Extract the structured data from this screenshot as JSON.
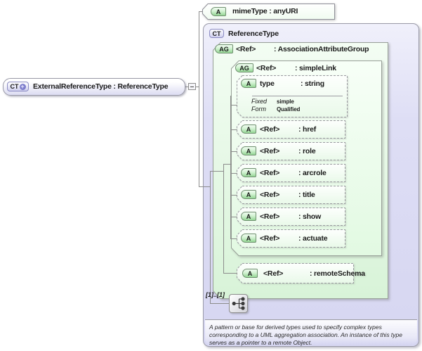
{
  "diagram": {
    "root_node": {
      "badge": "CT",
      "plus": "+",
      "label": "ExternalReferenceType : ReferenceType"
    },
    "mime_attr": {
      "badge": "A",
      "label": "mimeType : anyURI"
    },
    "complex_type": {
      "badge": "CT",
      "title": "ReferenceType"
    },
    "assoc_attr_group": {
      "badge": "AG",
      "name": "<Ref>",
      "type": ": AssociationAttributeGroup"
    },
    "simple_link_group": {
      "badge": "AG",
      "name": "<Ref>",
      "type": ": simpleLink"
    },
    "type_attr": {
      "badge": "A",
      "name": "type",
      "type": ": string",
      "facets": [
        {
          "label": "Fixed",
          "value": "simple"
        },
        {
          "label": "Form",
          "value": "Qualified"
        }
      ]
    },
    "link_attrs": [
      {
        "badge": "A",
        "name": "<Ref>",
        "type": ": href"
      },
      {
        "badge": "A",
        "name": "<Ref>",
        "type": ": role"
      },
      {
        "badge": "A",
        "name": "<Ref>",
        "type": ": arcrole"
      },
      {
        "badge": "A",
        "name": "<Ref>",
        "type": ": title"
      },
      {
        "badge": "A",
        "name": "<Ref>",
        "type": ": show"
      },
      {
        "badge": "A",
        "name": "<Ref>",
        "type": ": actuate"
      }
    ],
    "remote_schema_attr": {
      "badge": "A",
      "name": "<Ref>",
      "type": ": remoteSchema"
    },
    "cardinality": "[1]..[1]",
    "annotation": "A pattern or base for derived types used to specify complex types corresponding to a UML aggregation association.  An instance of this type serves as a pointer to a remote Object.",
    "colors": {
      "attr_badge_green": "#94d694",
      "group_fill_green": "#e6f9e6",
      "complex_fill_lavender": "#dcdcf4",
      "line_gray": "#8c8c8c"
    }
  }
}
